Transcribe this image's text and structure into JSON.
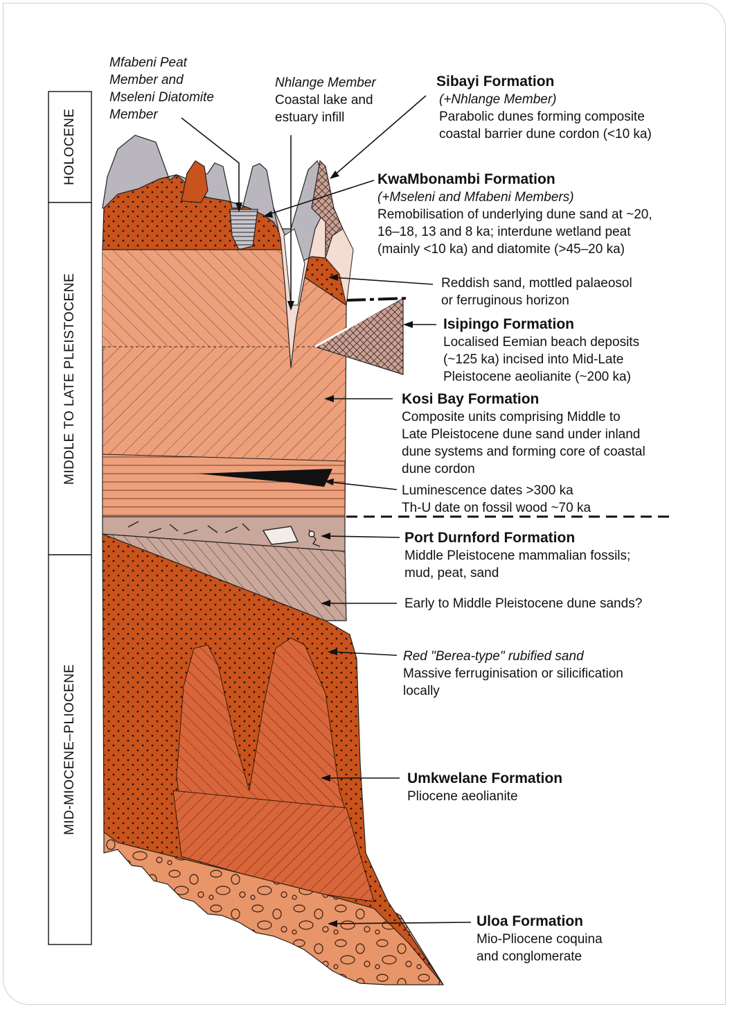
{
  "epochs": {
    "holocene": "HOLOCENE",
    "middle_late": "MIDDLE TO LATE PLEISTOCENE",
    "mid_miocene": "MID-MIOCENE–PLIOCENE"
  },
  "labels": {
    "mfabeni": [
      "Mfabeni Peat",
      "Member and",
      "Mseleni Diatomite",
      "Member"
    ],
    "nhlange": [
      "Nhlange Member",
      "Coastal lake and",
      "estuary infill"
    ],
    "sibayi": {
      "name": "Sibayi Formation",
      "sub": "(+Nhlange Member)",
      "desc": [
        "Parabolic dunes forming composite",
        "coastal barrier dune cordon (<10 ka)"
      ]
    },
    "kwambonambi": {
      "name": "KwaMbonambi Formation",
      "sub": "(+Mseleni and Mfabeni Members)",
      "desc": [
        "Remobilisation of underlying dune sand at ~20,",
        "16–18, 13 and 8 ka;  interdune wetland peat",
        "(mainly <10 ka) and diatomite (>45–20 ka)"
      ]
    },
    "reddish": [
      "Reddish sand, mottled palaeosol",
      "or ferruginous horizon"
    ],
    "isipingo": {
      "name": "Isipingo Formation",
      "desc": [
        "Localised Eemian beach deposits",
        "(~125 ka) incised into Mid-Late",
        "Pleistocene aeolianite (~200 ka)"
      ]
    },
    "kosi": {
      "name": "Kosi Bay Formation",
      "desc": [
        "Composite units comprising Middle to",
        "Late Pleistocene dune sand under inland",
        "dune systems and forming core of coastal",
        "dune cordon"
      ]
    },
    "luminescence": [
      "Luminescence dates >300 ka",
      "Th-U date on fossil wood ~70 ka"
    ],
    "durnford": {
      "name": "Port Durnford Formation",
      "desc": [
        "Middle Pleistocene mammalian fossils;",
        "mud, peat, sand"
      ]
    },
    "early_middle": "Early to Middle Pleistocene dune sands?",
    "berea": {
      "title": "Red \"Berea-type\" rubified sand",
      "desc": [
        "Massive ferruginisation or silicification",
        "locally"
      ]
    },
    "umkwelane": {
      "name": "Umkwelane Formation",
      "desc": "Pliocene  aeolianite"
    },
    "uloa": {
      "name": "Uloa Formation",
      "desc": [
        "Mio-Pliocene coquina",
        "and conglomerate"
      ]
    }
  },
  "colors": {
    "dune_red": "#c8531c",
    "kosi_salmon": "#eda07c",
    "grey_dune": "#b9b6bd",
    "light_pink": "#f4dcd2",
    "durnford_brown": "#c9a79a",
    "uloa_light": "#e8956a"
  }
}
